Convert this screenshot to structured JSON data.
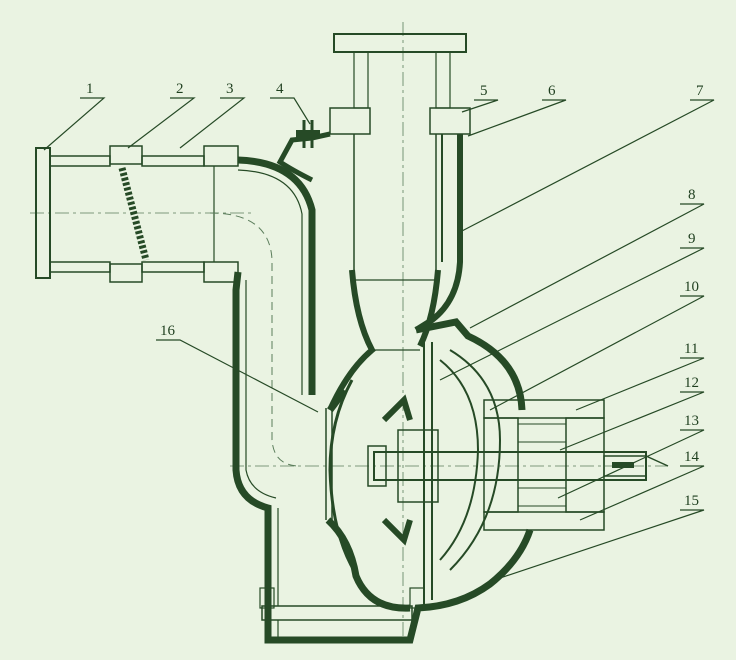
{
  "diagram": {
    "background_color": "#eaf3e2",
    "line_color": "#264a26",
    "hatch_color": "#3f6b3f",
    "callouts": [
      {
        "id": "1",
        "text": "1"
      },
      {
        "id": "2",
        "text": "2"
      },
      {
        "id": "3",
        "text": "3"
      },
      {
        "id": "4",
        "text": "4"
      },
      {
        "id": "5",
        "text": "5"
      },
      {
        "id": "6",
        "text": "6"
      },
      {
        "id": "7",
        "text": "7"
      },
      {
        "id": "8",
        "text": "8"
      },
      {
        "id": "9",
        "text": "9"
      },
      {
        "id": "10",
        "text": "10"
      },
      {
        "id": "11",
        "text": "11"
      },
      {
        "id": "12",
        "text": "12"
      },
      {
        "id": "13",
        "text": "13"
      },
      {
        "id": "14",
        "text": "14"
      },
      {
        "id": "15",
        "text": "15"
      },
      {
        "id": "16",
        "text": "16"
      }
    ]
  }
}
